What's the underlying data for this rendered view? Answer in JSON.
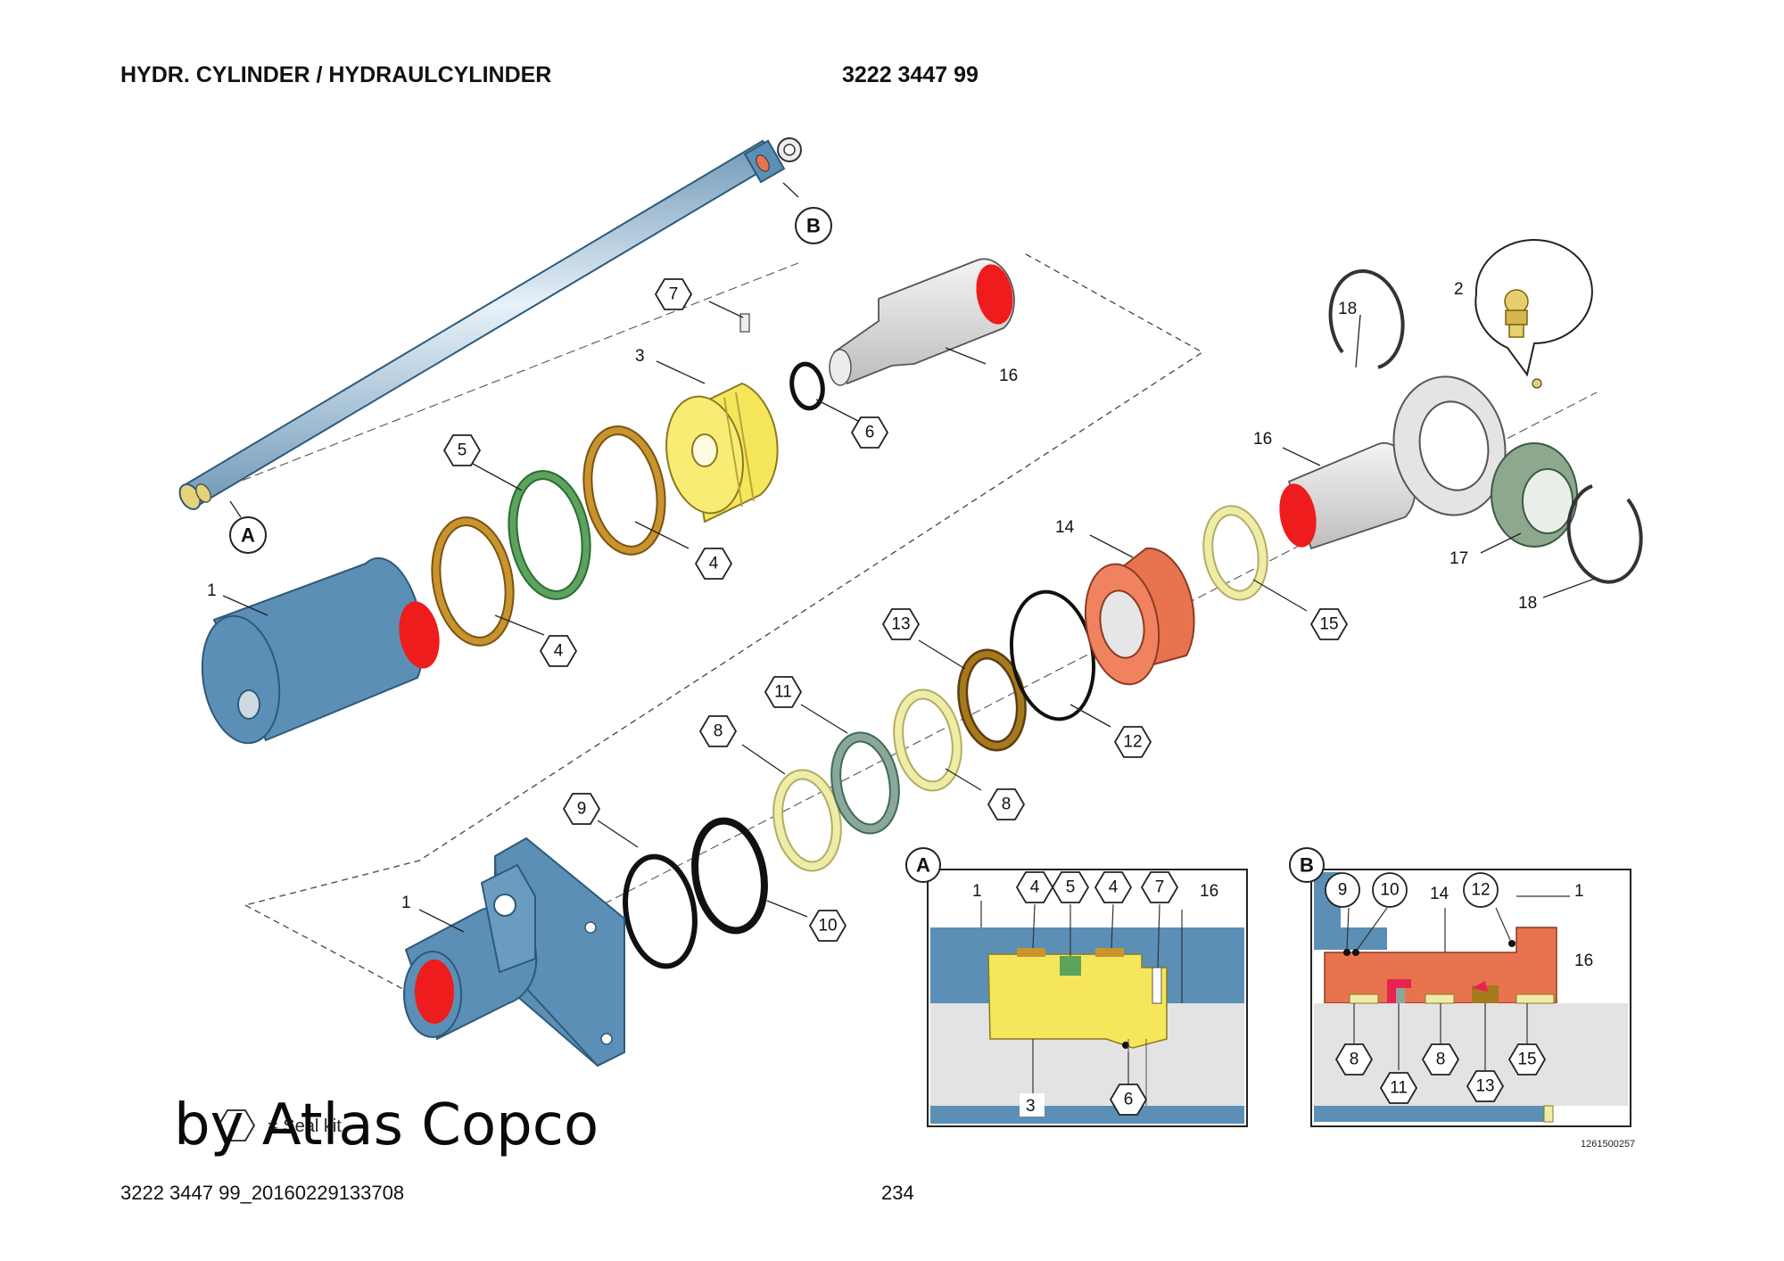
{
  "header": {
    "title": "HYDR. CYLINDER / HYDRAULCYLINDER",
    "part_number": "3222 3447 99"
  },
  "footer": {
    "document_id": "3222 3447 99_20160229133708",
    "page_number": "234"
  },
  "watermark": "by Atlas Copco",
  "legend": {
    "seal_kit_note": "= Seal kit"
  },
  "figure_code": "1261500257",
  "callouts": {
    "p1a": "1",
    "p1b": "1",
    "p2": "2",
    "p3": "3",
    "p4a": "4",
    "p4b": "4",
    "p5": "5",
    "p6": "6",
    "p7": "7",
    "p8a": "8",
    "p8b": "8",
    "p9": "9",
    "p10": "10",
    "p11": "11",
    "p12": "12",
    "p13": "13",
    "p14": "14",
    "p15": "15",
    "p16a": "16",
    "p16b": "16",
    "p17": "17",
    "p18a": "18",
    "p18b": "18",
    "viewA": "A",
    "viewB": "B"
  },
  "detail_a": {
    "title": "A",
    "labels": {
      "l1": "1",
      "l4a": "4",
      "l5": "5",
      "l4b": "4",
      "l7": "7",
      "l16": "16",
      "l3": "3",
      "l6": "6"
    }
  },
  "detail_b": {
    "title": "B",
    "labels": {
      "l9": "9",
      "l10": "10",
      "l14": "14",
      "l12": "12",
      "l1": "1",
      "l16": "16",
      "l8a": "8",
      "l11": "11",
      "l8b": "8",
      "l13": "13",
      "l15": "15"
    }
  },
  "colors": {
    "cylinder_blue": "#5b8fb5",
    "piston_yellow": "#f5e65c",
    "seal_red": "#e8734f",
    "cut_red": "#ee1c1c",
    "ring_bronze": "#c9932e",
    "ring_green": "#5da35d",
    "ring_cream": "#efeca8",
    "wiper_teal": "#8aa89a",
    "rod_grey": "#e3e3e3",
    "bearing_green": "#8ea890"
  }
}
